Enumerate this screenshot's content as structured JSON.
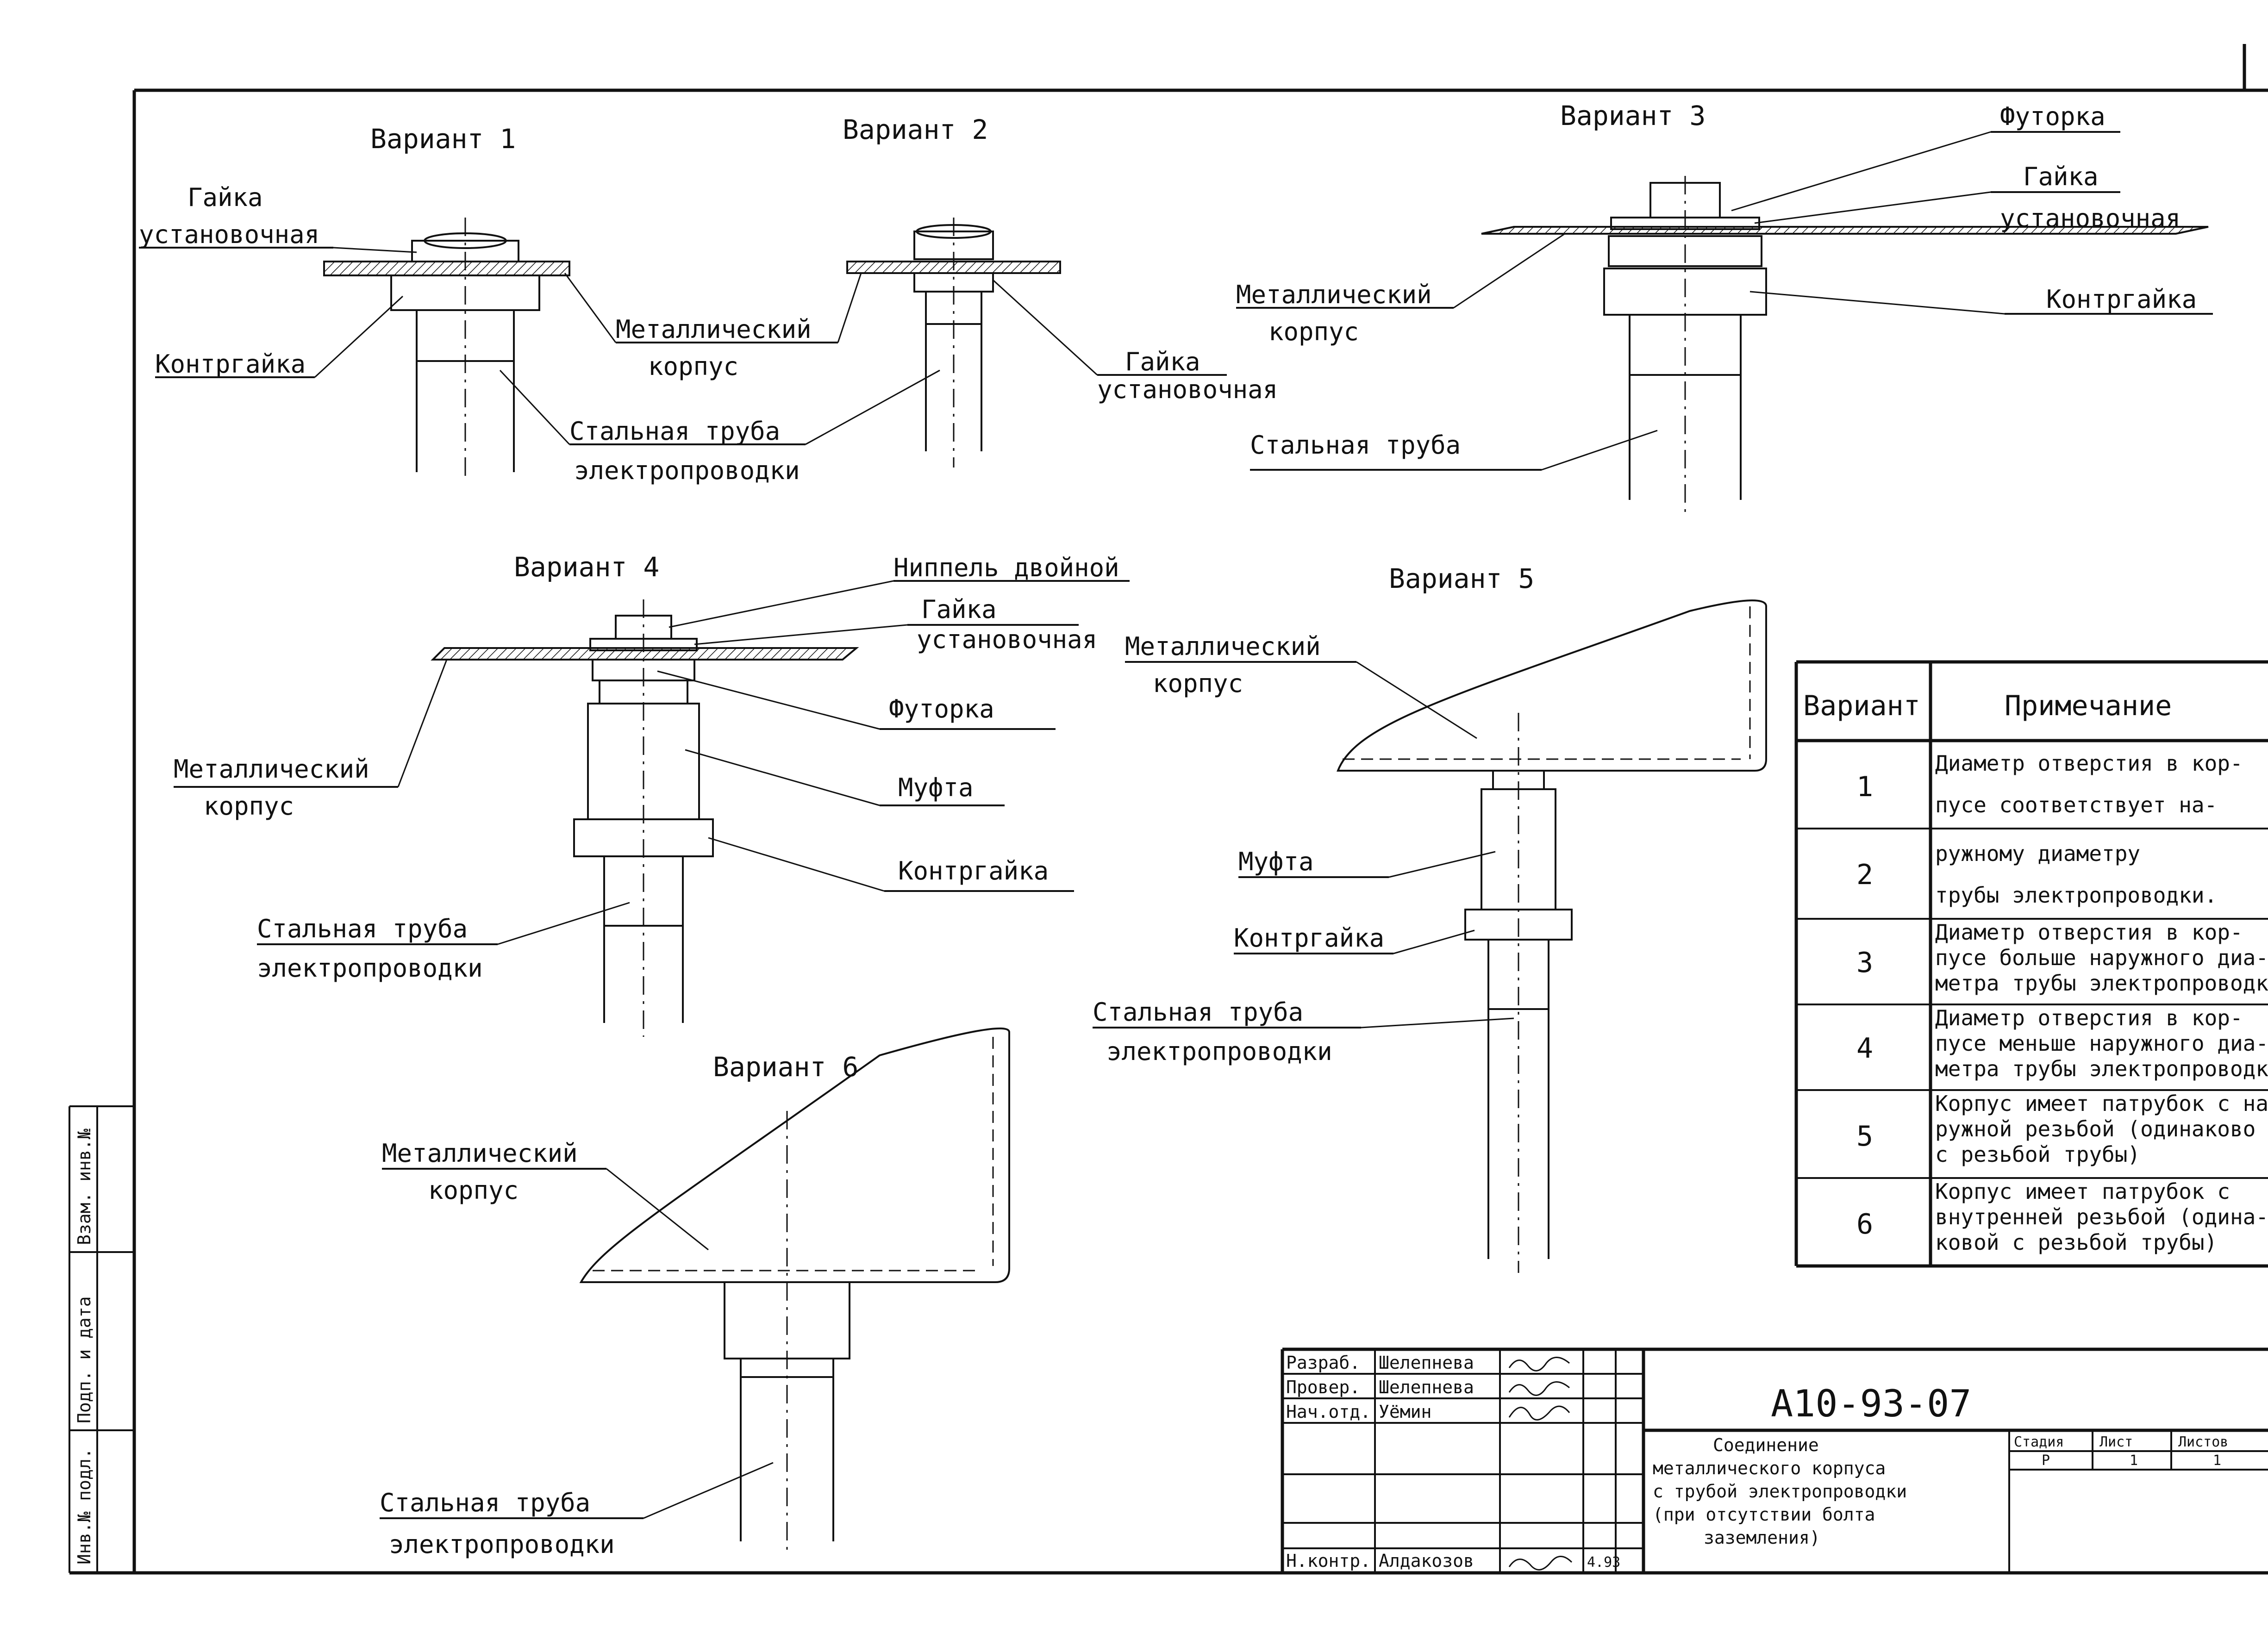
{
  "drawing": {
    "variants": [
      {
        "title": "Вариант 1",
        "labels": {
          "nut": "Гайка",
          "nut2": "установочная",
          "locknut": "Контргайка",
          "body": "Металлический",
          "body2": "корпус",
          "pipe": "Стальная труба",
          "pipe2": "электропроводки"
        }
      },
      {
        "title": "Вариант 2",
        "labels": {
          "nut": "Гайка",
          "nut2": "установочная"
        }
      },
      {
        "title": "Вариант 3",
        "labels": {
          "bushing": "Футорка",
          "nut": "Гайка",
          "nut2": "установочная",
          "locknut": "Контргайка",
          "body": "Металлический",
          "body2": "корпус",
          "pipe": "Стальная труба"
        }
      },
      {
        "title": "Вариант 4",
        "labels": {
          "nipple": "Ниппель двойной",
          "nut": "Гайка",
          "nut2": "установочная",
          "bushing": "Футорка",
          "coupling": "Муфта",
          "locknut": "Контргайка",
          "body": "Металлический",
          "body2": "корпус",
          "pipe": "Стальная труба",
          "pipe2": "электропроводки"
        }
      },
      {
        "title": "Вариант 5",
        "labels": {
          "body": "Металлический",
          "body2": "корпус",
          "coupling": "Муфта",
          "locknut": "Контргайка",
          "pipe": "Стальная труба",
          "pipe2": "электропроводки"
        }
      },
      {
        "title": "Вариант 6",
        "labels": {
          "body": "Металлический",
          "body2": "корпус",
          "pipe": "Стальная труба",
          "pipe2": "электропроводки"
        }
      }
    ]
  },
  "notes_table": {
    "headers": [
      "Вариант",
      "Примечание"
    ],
    "rows": [
      {
        "variant": "1",
        "lines": [
          "Диаметр отверстия в кор-",
          "пусе соответствует на-"
        ]
      },
      {
        "variant": "2",
        "lines": [
          "ружному диаметру",
          "трубы электропроводки."
        ]
      },
      {
        "variant": "3",
        "lines": [
          "Диаметр отверстия в кор-",
          "пусе больше наружного диа-",
          "метра трубы электропроводк"
        ]
      },
      {
        "variant": "4",
        "lines": [
          "Диаметр отверстия в кор-",
          "пусе меньше наружного диа-",
          "метра трубы электропроводк"
        ]
      },
      {
        "variant": "5",
        "lines": [
          "Корпус имеет патрубок с на-",
          "ружной резьбой (одинаково",
          "с резьбой трубы)"
        ]
      },
      {
        "variant": "6",
        "lines": [
          "Корпус имеет патрубок с",
          "внутренней резьбой (одина-",
          "ковой с резьбой трубы)"
        ]
      }
    ]
  },
  "title_block": {
    "doc_code": "А10-93-07",
    "signatures": [
      {
        "role": "Разраб.",
        "name": "Шелепнева"
      },
      {
        "role": "Провер.",
        "name": "Шелепнева"
      },
      {
        "role": "Нач.отд.",
        "name": "Уёмин"
      },
      {
        "role": "",
        "name": ""
      },
      {
        "role": "",
        "name": ""
      },
      {
        "role": "Н.контр.",
        "name": "Алдакозов",
        "date": "4.93"
      }
    ],
    "title_lines": [
      "Соединение",
      "металлического корпуса",
      "с трубой электропроводки",
      "(при отсутствии болта",
      "заземления)"
    ],
    "stage_header": "Стадия",
    "sheet_header": "Лист",
    "sheets_header": "Листов",
    "stage": "Р",
    "sheet": "1",
    "sheets": "1",
    "org_lines": [
      "",
      "",
      ""
    ]
  },
  "side_stamp": {
    "cells": [
      "Инв.№ подл.",
      "Подп. и дата",
      "Взам. инв.№"
    ]
  }
}
